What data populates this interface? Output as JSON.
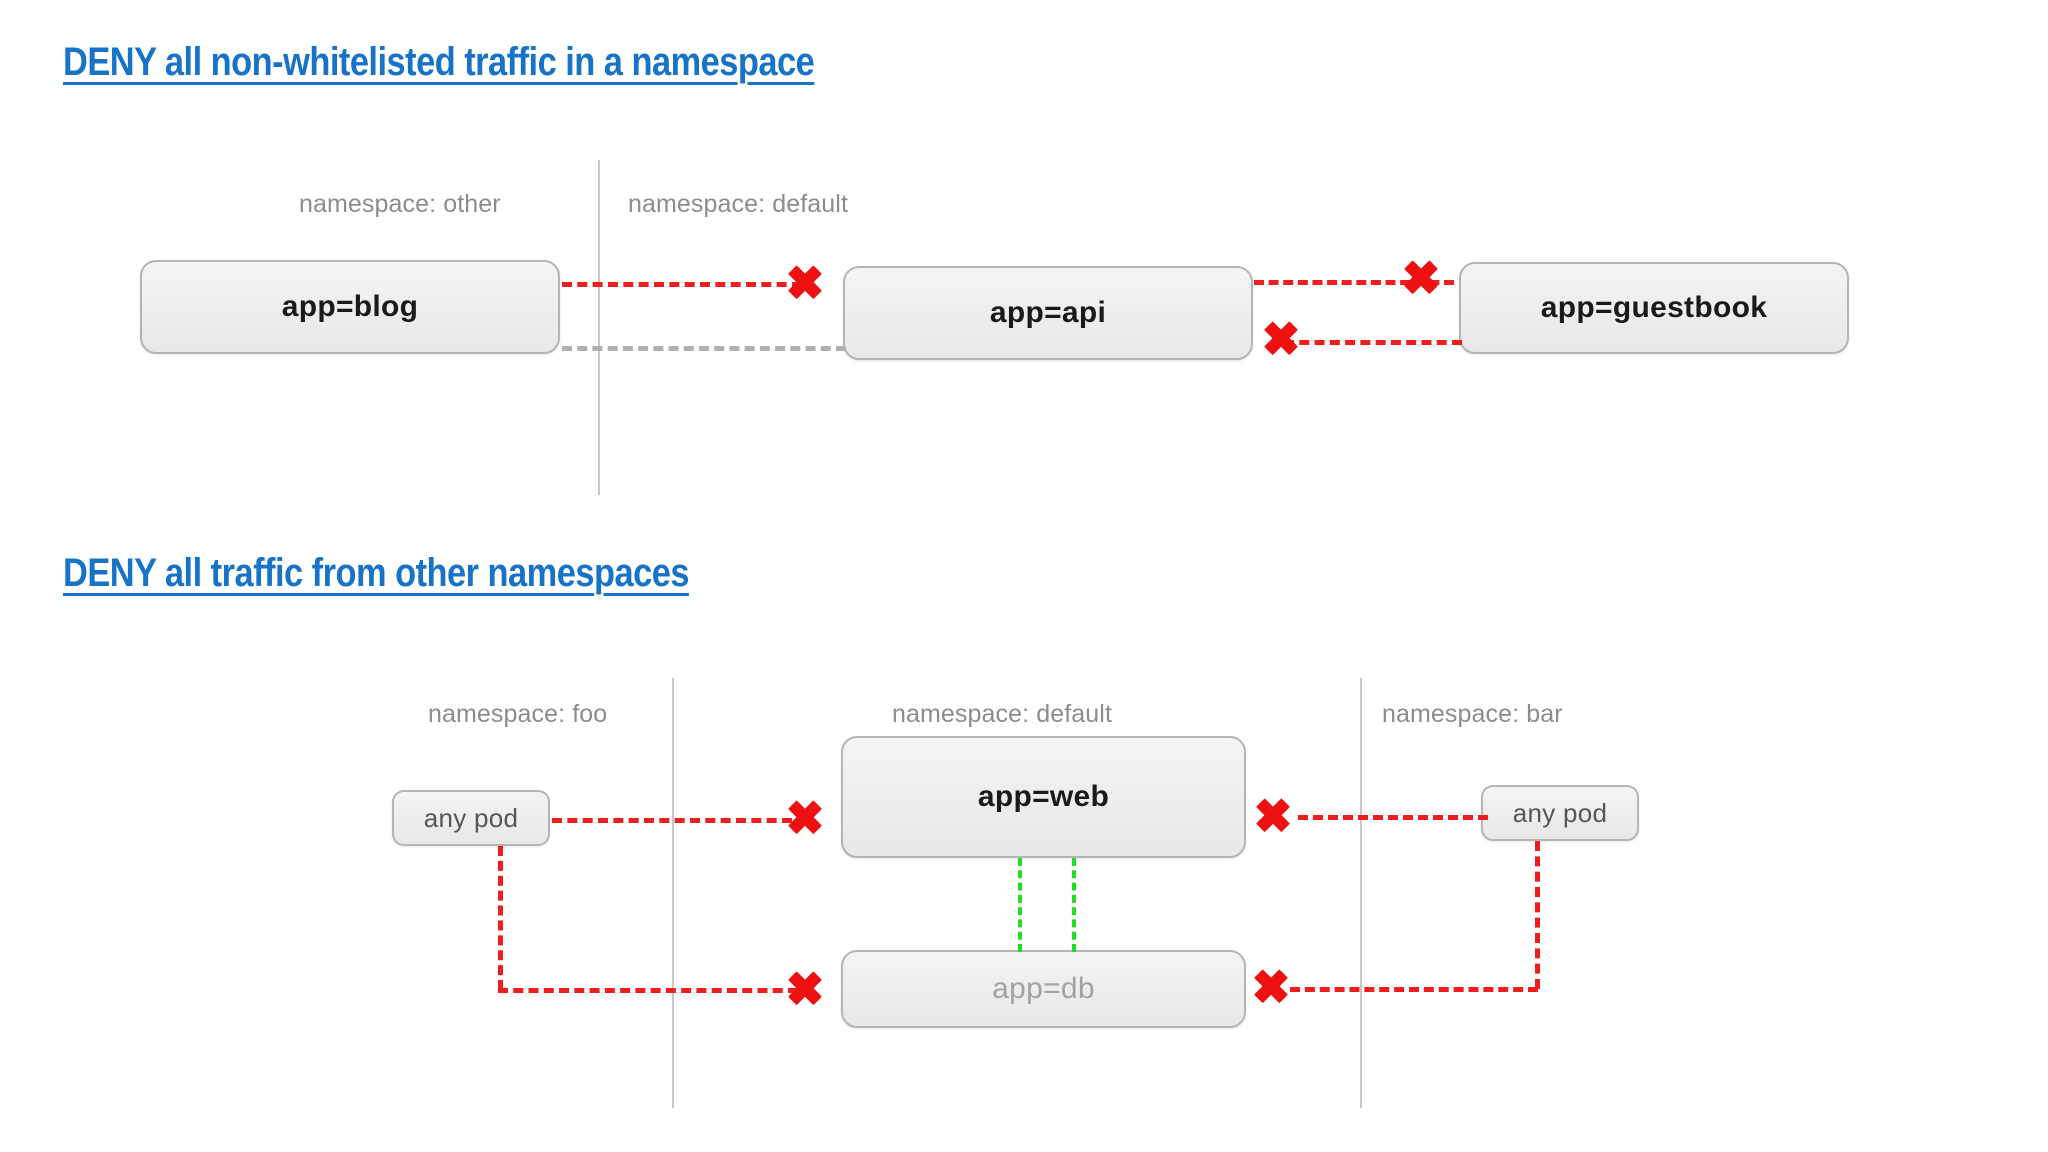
{
  "page": {
    "background": "#ffffff",
    "accent_blue": "#1773c7",
    "deny_color": "#ef1d1d",
    "allow_color": "#22dd22",
    "neutral_color": "#b0b0b0"
  },
  "sections": [
    {
      "id": "section-1",
      "title": "DENY all non-whitelisted traffic in a namespace",
      "namespaces": [
        {
          "label": "namespace: other"
        },
        {
          "label": "namespace: default"
        }
      ],
      "pods": [
        {
          "label": "app=blog"
        },
        {
          "label": "app=api"
        },
        {
          "label": "app=guestbook"
        }
      ],
      "connections": [
        {
          "from": "app=blog",
          "to": "app=api",
          "status": "denied",
          "marker": "x"
        },
        {
          "from": "app=blog",
          "to": "app=api",
          "status": "neutral",
          "marker": "none"
        },
        {
          "from": "app=api",
          "to": "app=guestbook",
          "status": "denied",
          "marker": "x"
        },
        {
          "from": "app=guestbook",
          "to": "app=api",
          "status": "denied",
          "marker": "x"
        }
      ]
    },
    {
      "id": "section-2",
      "title": "DENY all traffic from other namespaces",
      "namespaces": [
        {
          "label": "namespace: foo"
        },
        {
          "label": "namespace: default"
        },
        {
          "label": "namespace: bar"
        }
      ],
      "pods": [
        {
          "label": "any pod"
        },
        {
          "label": "app=web"
        },
        {
          "label": "app=db"
        },
        {
          "label": "any pod"
        }
      ],
      "connections": [
        {
          "from": "any pod (foo)",
          "to": "app=web",
          "status": "denied",
          "marker": "x"
        },
        {
          "from": "any pod (foo)",
          "to": "app=db",
          "status": "denied",
          "marker": "x"
        },
        {
          "from": "any pod (bar)",
          "to": "app=web",
          "status": "denied",
          "marker": "x"
        },
        {
          "from": "any pod (bar)",
          "to": "app=db",
          "status": "denied",
          "marker": "x"
        },
        {
          "from": "app=web",
          "to": "app=db",
          "status": "allowed",
          "marker": "none"
        },
        {
          "from": "app=db",
          "to": "app=web",
          "status": "allowed",
          "marker": "none"
        }
      ]
    }
  ],
  "markers": {
    "blocked_glyph": "✖"
  }
}
